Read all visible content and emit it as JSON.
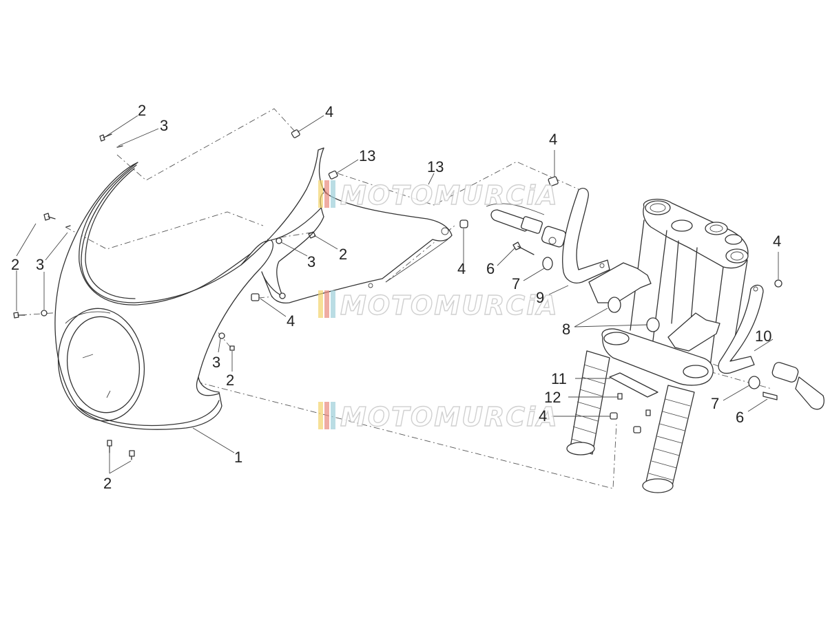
{
  "watermark": {
    "text": "MOTOMURCiA",
    "stripe_colors": [
      "#f2d36b",
      "#e8897c",
      "#9ccfd8"
    ]
  },
  "callouts": [
    {
      "id": "c1",
      "label": "1"
    },
    {
      "id": "c2a",
      "label": "2"
    },
    {
      "id": "c3a",
      "label": "3"
    },
    {
      "id": "c4a",
      "label": "4"
    },
    {
      "id": "c13a",
      "label": "13"
    },
    {
      "id": "c13b",
      "label": "13"
    },
    {
      "id": "c4b",
      "label": "4"
    },
    {
      "id": "c2b",
      "label": "2"
    },
    {
      "id": "c3b",
      "label": "3"
    },
    {
      "id": "c3c",
      "label": "3"
    },
    {
      "id": "c2c",
      "label": "2"
    },
    {
      "id": "c4c",
      "label": "4"
    },
    {
      "id": "c3d",
      "label": "3"
    },
    {
      "id": "c2d",
      "label": "2"
    },
    {
      "id": "c2e",
      "label": "2"
    },
    {
      "id": "c4d",
      "label": "4"
    },
    {
      "id": "c6a",
      "label": "6"
    },
    {
      "id": "c7a",
      "label": "7"
    },
    {
      "id": "c9",
      "label": "9"
    },
    {
      "id": "c8",
      "label": "8"
    },
    {
      "id": "c4e",
      "label": "4"
    },
    {
      "id": "c10",
      "label": "10"
    },
    {
      "id": "c11",
      "label": "11"
    },
    {
      "id": "c12",
      "label": "12"
    },
    {
      "id": "c4f",
      "label": "4"
    },
    {
      "id": "c7b",
      "label": "7"
    },
    {
      "id": "c6b",
      "label": "6"
    }
  ]
}
